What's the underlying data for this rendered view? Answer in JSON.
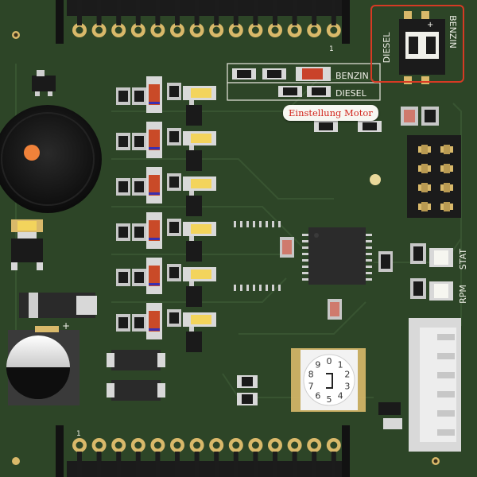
{
  "board": {
    "silkscreen": {
      "benzin_row": "BENZIN",
      "diesel_row": "DIESEL",
      "jumper_diesel": "DIESEL",
      "jumper_benzin": "BENZIN",
      "stat": "STAT",
      "rpm": "RPM",
      "pin1_top": "1",
      "pin1_bottom": "1",
      "plus_cap": "+",
      "plus_header": "+"
    },
    "rotary_switch_digits": [
      "0",
      "1",
      "2",
      "3",
      "4",
      "5",
      "6",
      "7",
      "8",
      "9"
    ]
  },
  "tooltip": {
    "label": "Einstellung Motor"
  },
  "colors": {
    "pcb": "#2d4527",
    "silk": "#f2f2ea",
    "pad": "#d9b96a",
    "highlight": "#d63a24",
    "tooltip_text": "#d2251c"
  }
}
